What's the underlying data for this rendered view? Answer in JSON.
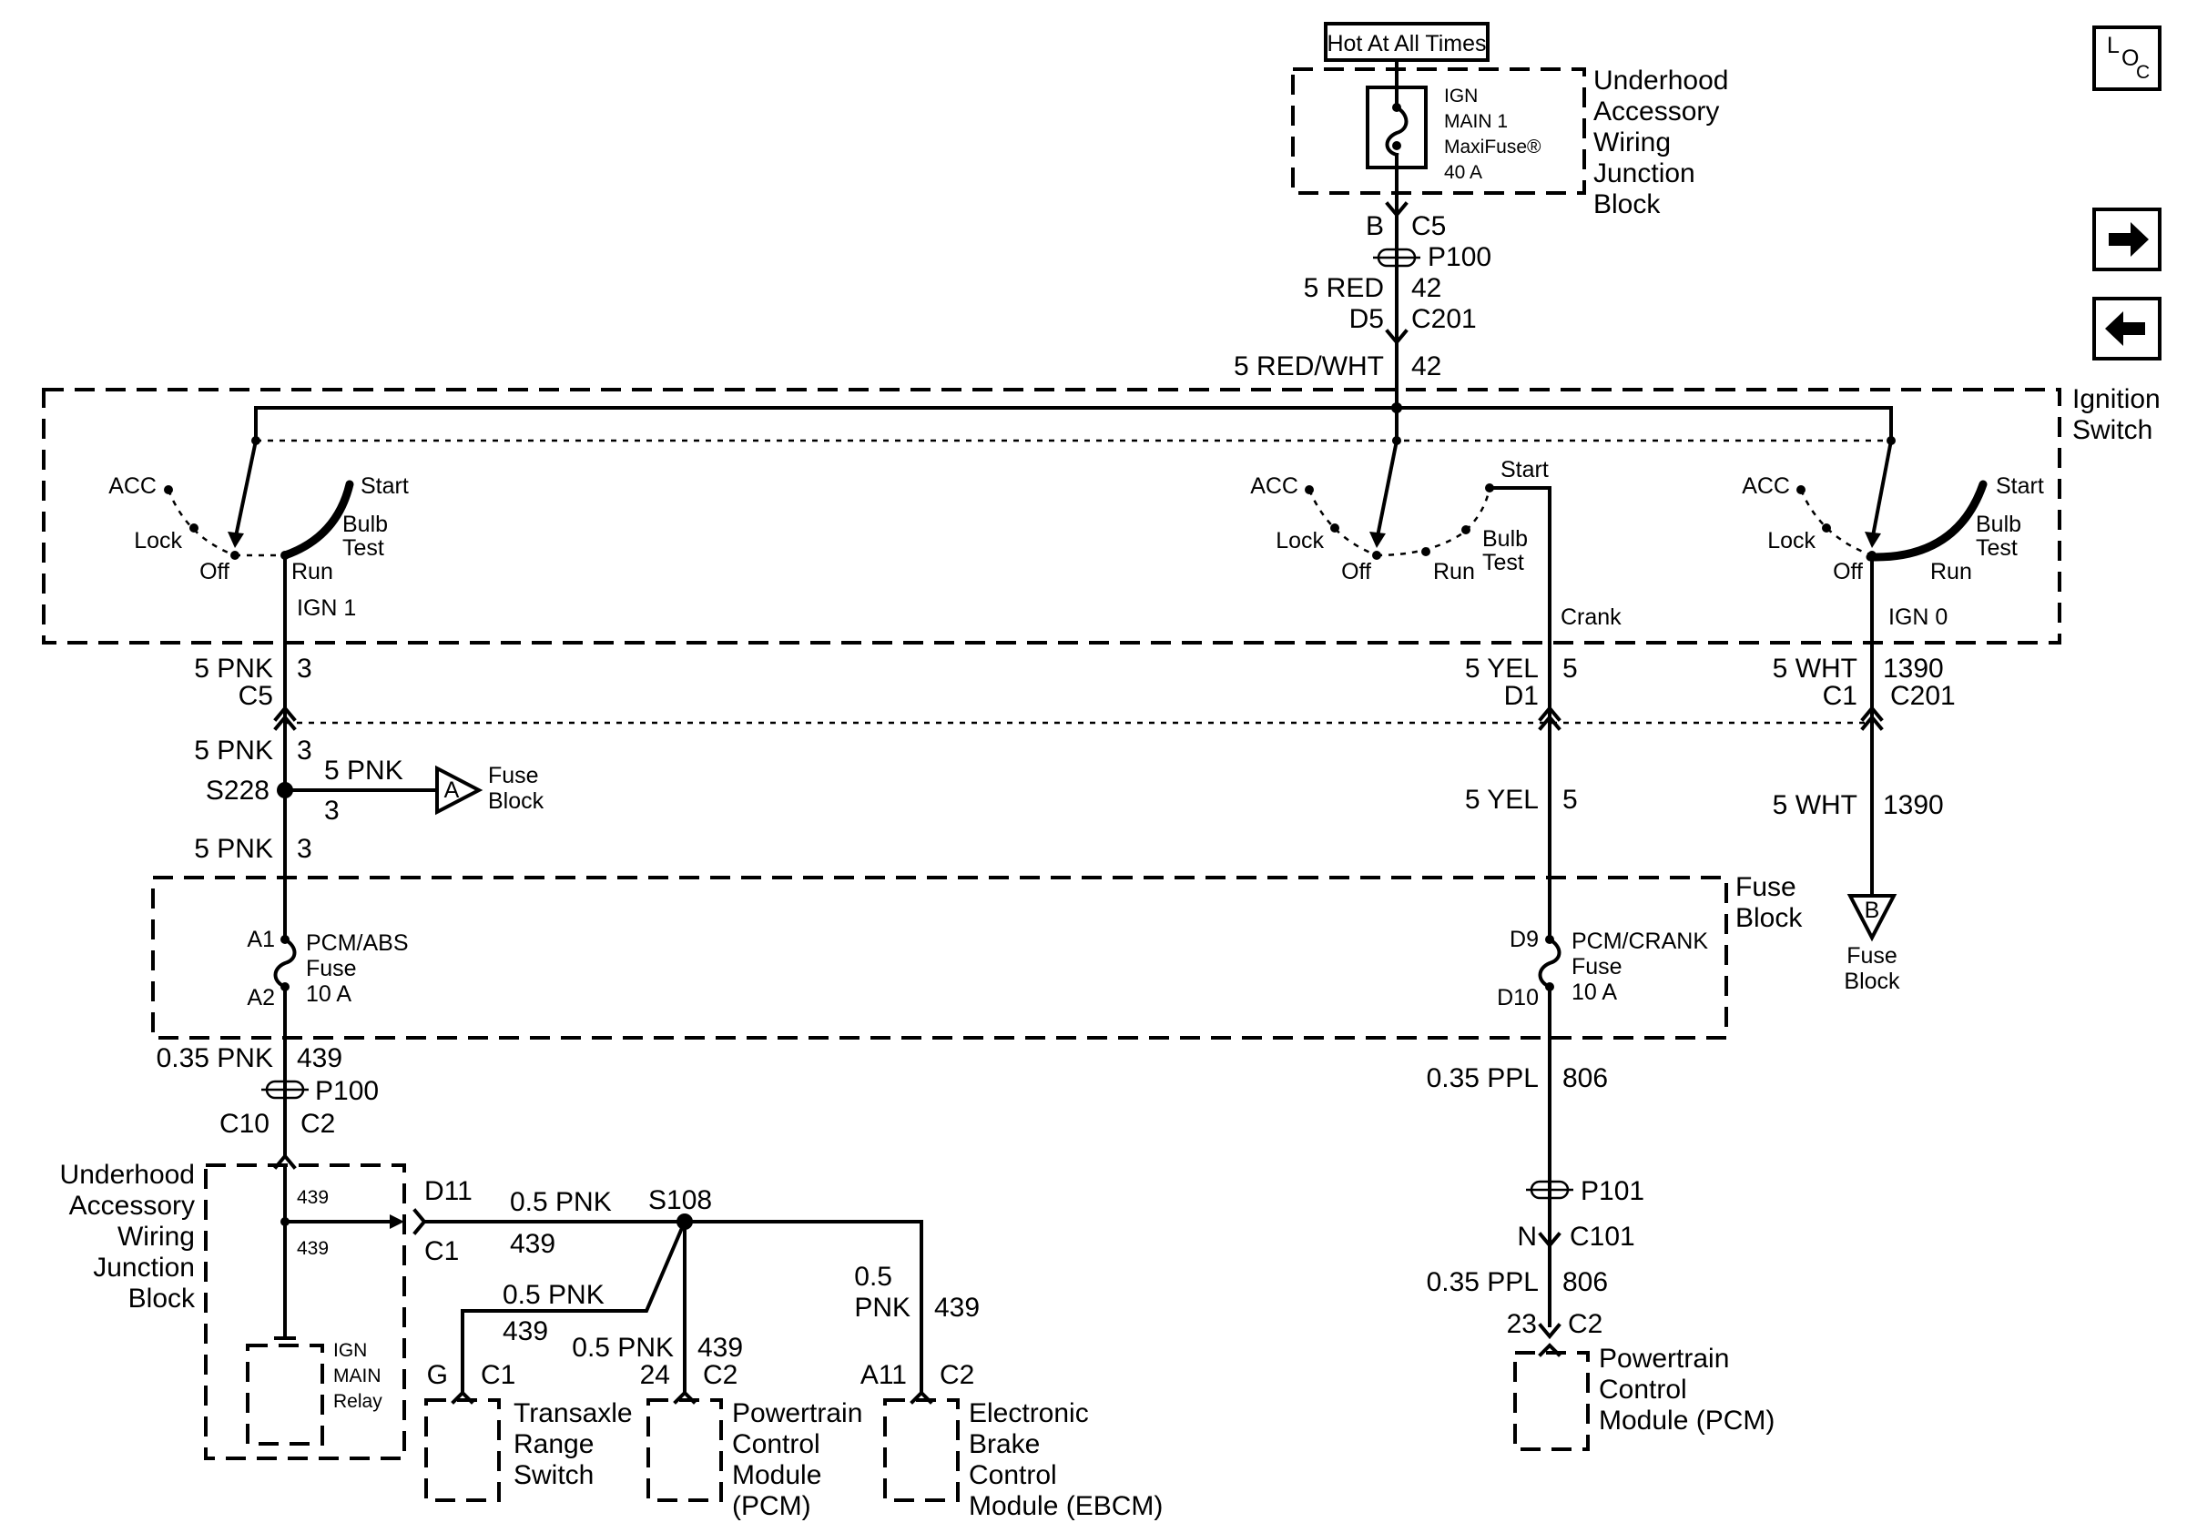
{
  "top_fuse": {
    "source_label": "Hot At All Times",
    "fuse_lines": [
      "IGN",
      "MAIN 1",
      "MaxiFuse®",
      "40 A"
    ],
    "block_lines": [
      "Underhood",
      "Accessory",
      "Wiring",
      "Junction",
      "Block"
    ]
  },
  "feed": {
    "c5_pin": "B",
    "c5": "C5",
    "p100": "P100",
    "wire1_color": "5 RED",
    "wire1_circuit": "42",
    "c201_pin": "D5",
    "c201": "C201",
    "wire2_color": "5 RED/WHT",
    "wire2_circuit": "42"
  },
  "ignition_switch": {
    "lines": [
      "Ignition",
      "Switch"
    ],
    "sec1": {
      "acc": "ACC",
      "lock": "Lock",
      "off": "Off",
      "run": "Run",
      "start": "Start",
      "bulb": "Bulb",
      "test": "Test",
      "output": "IGN 1"
    },
    "sec2": {
      "acc": "ACC",
      "lock": "Lock",
      "off": "Off",
      "run": "Run",
      "start": "Start",
      "bulb": "Bulb",
      "test": "Test",
      "output": "Crank"
    },
    "sec3": {
      "acc": "ACC",
      "lock": "Lock",
      "off": "Off",
      "run": "Run",
      "start": "Start",
      "bulb": "Bulb",
      "test": "Test",
      "output": "IGN 0"
    }
  },
  "left_circuit": {
    "w1_color": "5 PNK",
    "w1_circuit": "3",
    "conn": "C5",
    "w2_color": "5 PNK",
    "w2_circuit": "3",
    "splice": "S228",
    "branch_color": "5 PNK",
    "branch_circuit": "3",
    "ref": "A",
    "ref_lines": [
      "Fuse",
      "Block"
    ],
    "w3_color": "5 PNK",
    "w3_circuit": "3",
    "fuse_in": "A1",
    "fuse_out": "A2",
    "fuse_lines": [
      "PCM/ABS",
      "Fuse",
      "10 A"
    ],
    "w4_color": "0.35 PNK",
    "w4_circuit": "439",
    "p100": "P100",
    "pin_l": "C10",
    "pin_r": "C2",
    "ujb_lines": [
      "Underhood",
      "Accessory",
      "Wiring",
      "Junction",
      "Block"
    ],
    "int_circuit1": "439",
    "int_circuit2": "439",
    "relay_lines": [
      "IGN",
      "MAIN",
      "Relay"
    ],
    "out_pin": "D11",
    "out_conn": "C1",
    "w5_color": "0.5 PNK",
    "w5_circuit": "439",
    "splice2": "S108"
  },
  "branches": {
    "trs": {
      "color": "0.5 PNK",
      "circuit": "439",
      "pin": "G",
      "conn": "C1",
      "lines": [
        "Transaxle",
        "Range",
        "Switch"
      ]
    },
    "pcm": {
      "color": "0.5 PNK",
      "circuit": "439",
      "pin": "24",
      "conn": "C2",
      "lines": [
        "Powertrain",
        "Control",
        "Module",
        "(PCM)"
      ]
    },
    "ebcm": {
      "color_a": "0.5",
      "color_b": "PNK",
      "circuit": "439",
      "pin": "A11",
      "conn": "C2",
      "lines": [
        "Electronic",
        "Brake",
        "Control",
        "Module (EBCM)"
      ]
    }
  },
  "crank_circuit": {
    "w1_color": "5 YEL",
    "w1_circuit": "5",
    "pin": "D1",
    "w2_color": "5 YEL",
    "w2_circuit": "5",
    "fuse_in": "D9",
    "fuse_out": "D10",
    "fuse_lines": [
      "PCM/CRANK",
      "Fuse",
      "10 A"
    ],
    "w3_color": "0.35 PPL",
    "w3_circuit": "806",
    "p101": "P101",
    "pin2": "N",
    "conn2": "C101",
    "w4_color": "0.35 PPL",
    "w4_circuit": "806",
    "pin3": "23",
    "conn3": "C2",
    "pcm_lines": [
      "Powertrain",
      "Control",
      "Module (PCM)"
    ]
  },
  "ign0_circuit": {
    "w1_color": "5 WHT",
    "w1_circuit": "1390",
    "pin": "C1",
    "conn": "C201",
    "w2_color": "5 WHT",
    "w2_circuit": "1390",
    "ref": "B",
    "ref_lines": [
      "Fuse",
      "Block"
    ]
  },
  "fuse_block_lines": [
    "Fuse",
    "Block"
  ],
  "loc_icon": {
    "l": "L",
    "o": "O",
    "c": "C"
  },
  "icons": [
    "loc-icon",
    "arrow-right-icon",
    "arrow-left-icon"
  ]
}
